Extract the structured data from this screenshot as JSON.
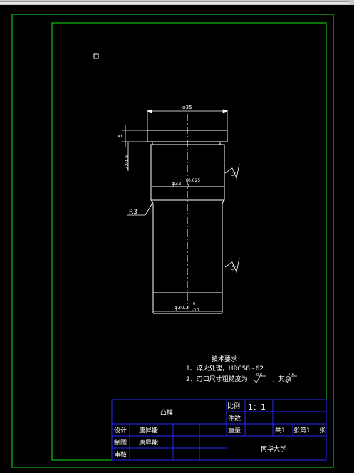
{
  "colors": {
    "background": "#000000",
    "border": "#19e619",
    "outline": "#ffffff",
    "table": "#2828ff",
    "text": "#ffffff",
    "dim_text": "#ffffff"
  },
  "drawing": {
    "dims": {
      "top_diameter": "φ35",
      "step_height": "5",
      "chamfer": "2X0.5",
      "mid_diameter_base": "φ32",
      "mid_tol_upper": "+0.025",
      "mid_tol_lower": "0",
      "radius": "R3",
      "bottom_diameter_base": "φ30.2",
      "bottom_tol_upper": "0",
      "bottom_tol_lower": "-0.1",
      "roughness_1": "0.1",
      "roughness_2": "0.8"
    },
    "notes": {
      "title": "技术要求",
      "line1": "1、淬火处理，HRC58~62",
      "line2": "2、刃口尺寸粗糙度为",
      "line2_val1": "0.8",
      "line2_mid": "，其余",
      "line2_val2": "1.6"
    }
  },
  "title_block": {
    "part_name": "凸模",
    "scale_label": "比例",
    "scale_value": "1：1",
    "count_label": "件数",
    "weight_label": "重量",
    "sheet_text_1": "共1",
    "sheet_text_2": "张第1",
    "sheet_text_3": "张",
    "rows": [
      {
        "role": "设计",
        "name": "唐昇能"
      },
      {
        "role": "制图",
        "name": "唐昇能"
      },
      {
        "role": "审核",
        "name": ""
      }
    ],
    "school": "南华大学"
  }
}
